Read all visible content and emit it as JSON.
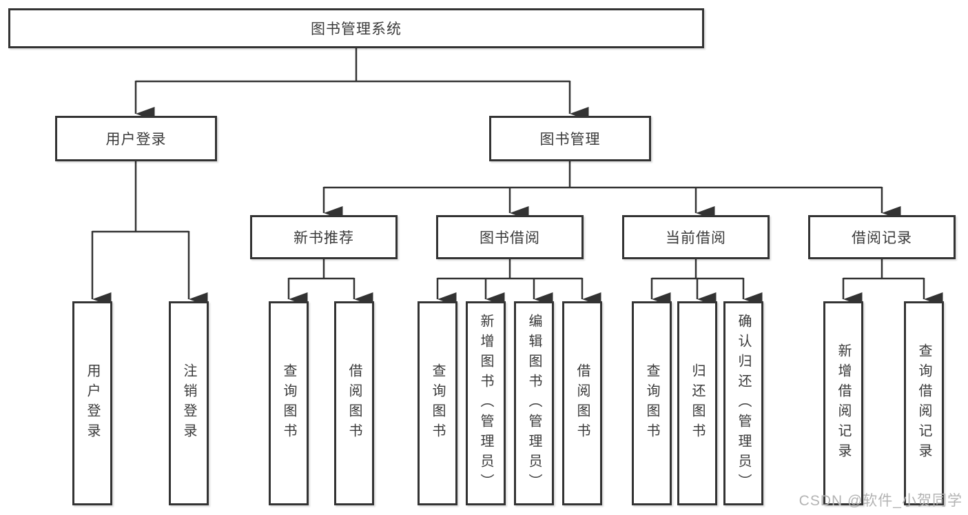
{
  "tree": {
    "root": {
      "label": "图书管理系统"
    },
    "login": {
      "label": "用户登录",
      "children": [
        "用户登录",
        "注销登录"
      ]
    },
    "mgmt": {
      "label": "图书管理"
    },
    "recommend": {
      "label": "新书推荐",
      "children": [
        "查询图书",
        "借阅图书"
      ]
    },
    "borrow": {
      "label": "图书借阅",
      "children": [
        "查询图书",
        "新增图书（管理员）",
        "编辑图书（管理员）",
        "借阅图书"
      ]
    },
    "current": {
      "label": "当前借阅",
      "children": [
        "查询图书",
        "归还图书",
        "确认归还（管理员）"
      ]
    },
    "records": {
      "label": "借阅记录",
      "children": [
        "新增借阅记录",
        "查询借阅记录"
      ]
    }
  },
  "watermark": {
    "text": "CSDN @软件_小贺同学"
  },
  "colors": {
    "line": "#333333",
    "box_border": "#333333",
    "box_fill": "#ffffff",
    "text": "#3a3a3a",
    "watermark": "#b3b3b3"
  }
}
